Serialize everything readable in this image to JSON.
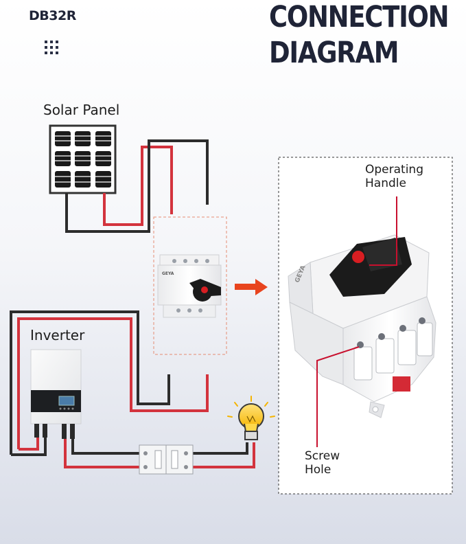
{
  "header": {
    "model": "DB32R",
    "title_line1": "CONNECTION",
    "title_line2": "DIAGRAM"
  },
  "labels": {
    "solar_panel": "Solar Panel",
    "inverter": "Inverter",
    "operating_handle_line1": "Operating",
    "operating_handle_line2": "Handle",
    "screw_hole_line1": "Screw",
    "screw_hole_line2": "Hole"
  },
  "device": {
    "brand_small": "GEYA",
    "brand_large": "GEYA"
  },
  "colors": {
    "title": "#1f2437",
    "wire_red": "#d3333d",
    "wire_black": "#2c2c2c",
    "arrow": "#e8441e",
    "callout_red": "#c8102e",
    "handle_knob": "#d81e22"
  },
  "icons": {
    "grid": "grid-dots-icon",
    "bulb": "light-bulb-icon",
    "arrow": "arrow-right-icon"
  }
}
